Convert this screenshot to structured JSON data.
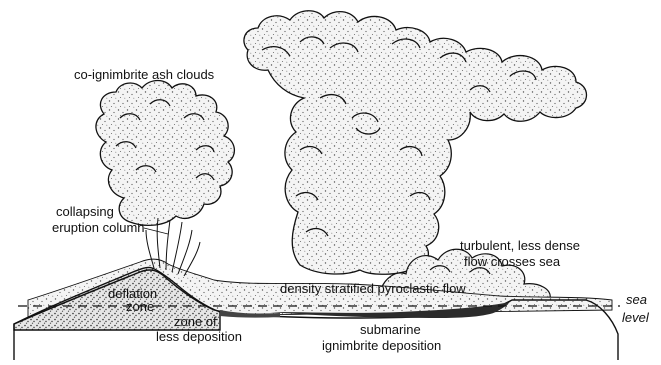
{
  "diagram": {
    "labels": {
      "ash_clouds": "co-ignimbrite ash clouds",
      "collapsing_line1": "collapsing",
      "collapsing_line2": "eruption column",
      "turbulent_line1": "turbulent, less dense",
      "turbulent_line2": "flow crosses sea",
      "deflation_line1": "deflation",
      "deflation_line2": "zone",
      "density_flow": "density stratified pyroclastic flow",
      "less_dep_line1": "zone of",
      "less_dep_line2": "less deposition",
      "submarine_line1": "submarine",
      "submarine_line2": "ignimbrite deposition",
      "sea_line1": "sea",
      "sea_line2": "level"
    },
    "colors": {
      "ink": "#111111",
      "cloud_fill": "#f2f2f2",
      "deposit": "#333333"
    }
  }
}
